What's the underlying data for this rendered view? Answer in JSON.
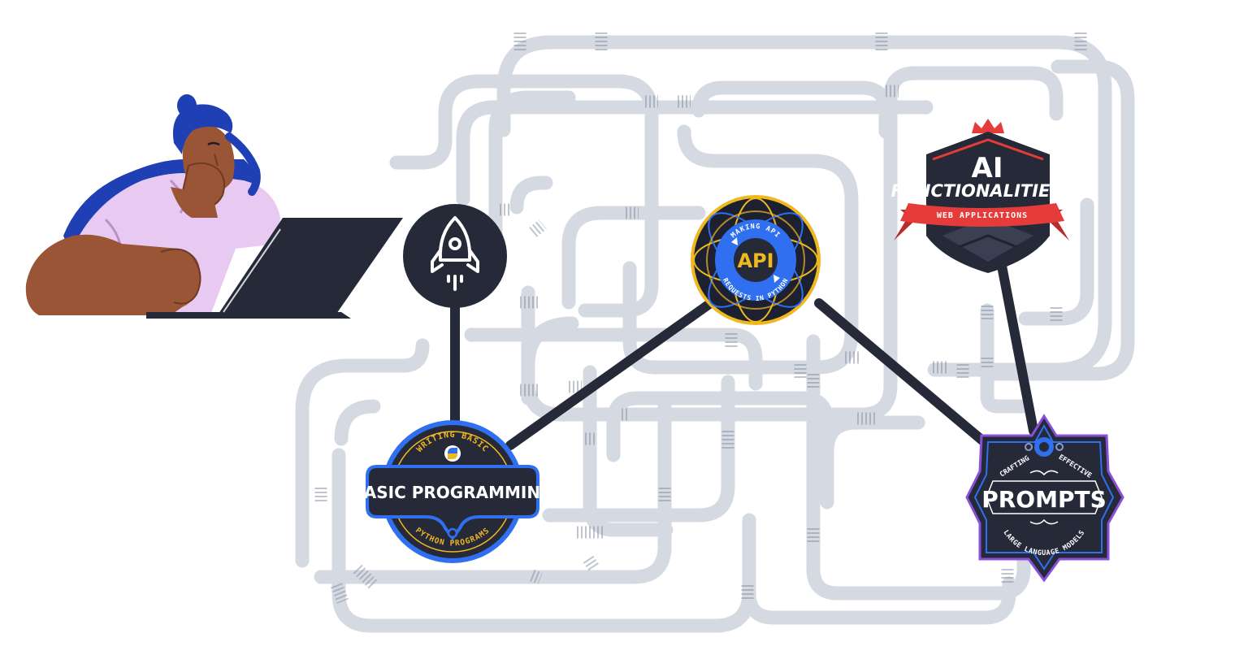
{
  "badges": {
    "basic": {
      "top": "WRITING BASIC",
      "title": "BASIC PROGRAMMING",
      "bottom": "PYTHON PROGRAMS"
    },
    "api": {
      "top": "MAKING API",
      "title": "API",
      "bottom": "REQUESTS IN PYTHON"
    },
    "ai": {
      "title_line1": "AI",
      "title_line2": "FUNCTIONALITIES",
      "ribbon": "WEB APPLICATIONS"
    },
    "prompts": {
      "top_left": "CRAFTING",
      "top_right": "EFFECTIVE",
      "title": "PROMPTS",
      "bottom": "LARGE LANGUAGE MODELS"
    }
  },
  "colors": {
    "navy": "#262a38",
    "maze": "#d5dae2",
    "blue": "#2f6ff0",
    "yellow": "#f0b81f",
    "red": "#e53b3b",
    "purple": "#8a4fd8",
    "skin": "#9a5436",
    "hair": "#1f3fb4",
    "shirt": "#e8c9f2"
  }
}
